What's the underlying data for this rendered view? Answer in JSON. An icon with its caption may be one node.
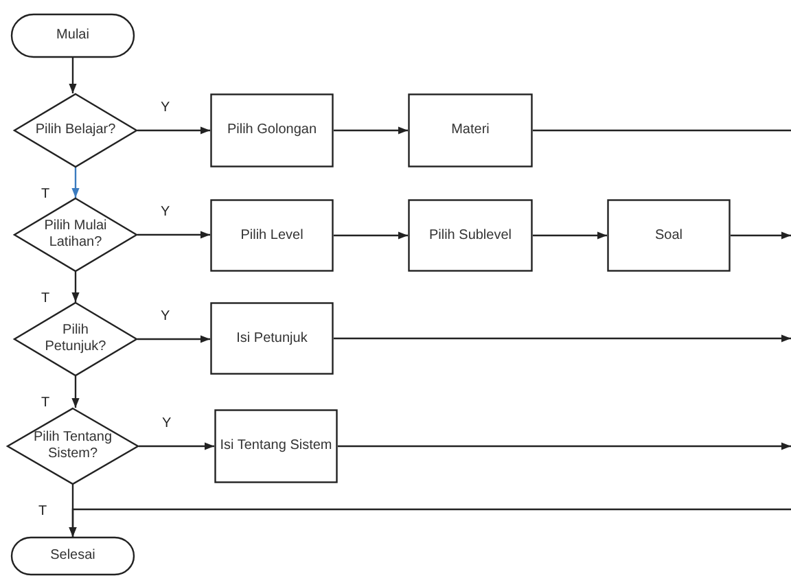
{
  "diagram": {
    "nodes": [
      {
        "text": [
          "Mulai"
        ]
      },
      {
        "text": [
          "Pilih Belajar?"
        ]
      },
      {
        "text": [
          "Pilih Golongan"
        ]
      },
      {
        "text": [
          "Materi"
        ]
      },
      {
        "text": [
          "Pilih Mulai Latihan?"
        ]
      },
      {
        "text": [
          "Pilih Level"
        ]
      },
      {
        "text": [
          "Pilih Sublevel"
        ]
      },
      {
        "text": [
          "Soal"
        ]
      },
      {
        "text": [
          "Pilih Petunjuk?"
        ]
      },
      {
        "text": [
          "Isi Petunjuk"
        ]
      },
      {
        "text": [
          "Pilih Tentang Sistem?"
        ]
      },
      {
        "text": [
          "Isi Tentang Sistem"
        ]
      },
      {
        "text": [
          "Selesai"
        ]
      }
    ],
    "edges": [
      {
        "from": 0,
        "to": 1,
        "arrow": "to"
      },
      {
        "from": 1,
        "to": 2,
        "arrow": "to",
        "label": "Y"
      },
      {
        "from": 2,
        "to": 3,
        "arrow": "to"
      },
      {
        "from": 3,
        "to": null,
        "arrow": "none"
      },
      {
        "from": 1,
        "to": 4,
        "arrow": "to",
        "label": "T",
        "color": "#3b7bbf"
      },
      {
        "from": 4,
        "to": 5,
        "arrow": "to",
        "label": "Y"
      },
      {
        "from": 5,
        "to": 6,
        "arrow": "to"
      },
      {
        "from": 6,
        "to": 7,
        "arrow": "to"
      },
      {
        "from": 7,
        "to": null,
        "arrow": "to"
      },
      {
        "from": 4,
        "to": 8,
        "arrow": "to",
        "label": "T"
      },
      {
        "from": 8,
        "to": 9,
        "arrow": "to",
        "label": "Y"
      },
      {
        "from": 9,
        "to": null,
        "arrow": "to"
      },
      {
        "from": 8,
        "to": 10,
        "arrow": "to",
        "label": "T"
      },
      {
        "from": 10,
        "to": 11,
        "arrow": "to",
        "label": "Y"
      },
      {
        "from": 11,
        "to": null,
        "arrow": "to"
      },
      {
        "from": 10,
        "to": 12,
        "arrow": "to",
        "label": "T"
      },
      {
        "from": null,
        "to": 12,
        "arrow": "to"
      }
    ]
  }
}
